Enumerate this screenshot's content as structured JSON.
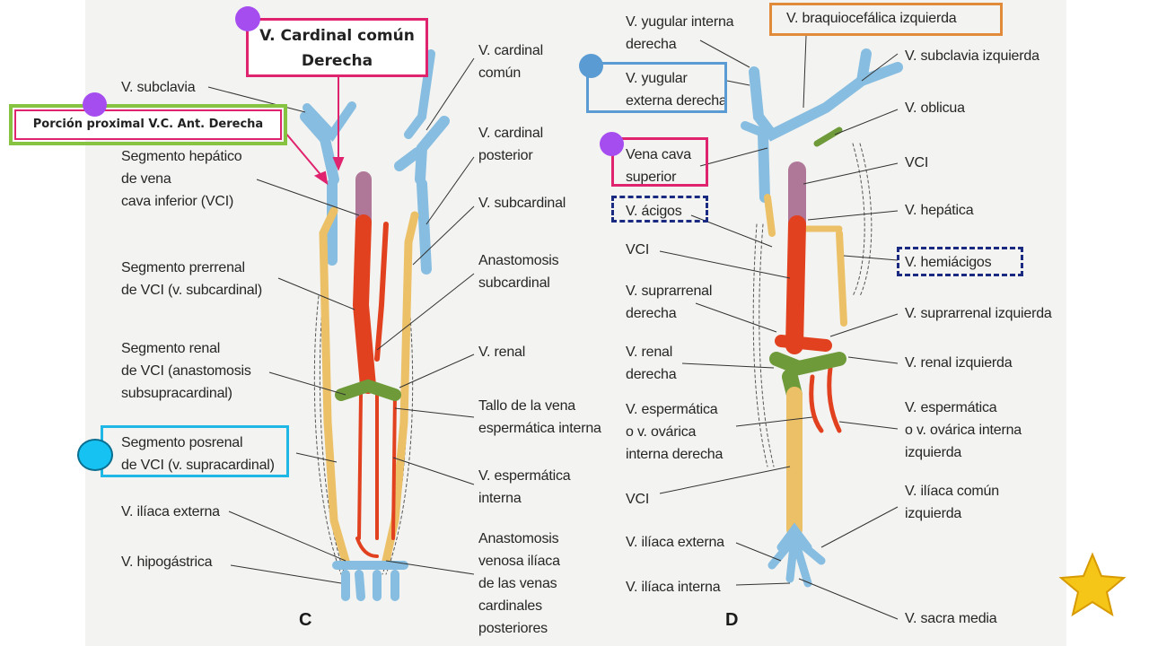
{
  "panel_c": {
    "letter": "C",
    "labels_left": [
      "V. subclavia",
      "Segmento hepático\nde vena\ncava inferior (VCI)",
      "Segmento prerrenal\nde VCI (v. subcardinal)",
      "Segmento renal\nde VCI (anastomosis\nsubsupracardinal)",
      "Segmento posrenal\nde VCI (v. supracardinal)",
      "V. ilíaca externa",
      "V. hipogástrica"
    ],
    "labels_right": [
      "V. cardinal\ncomún",
      "V. cardinal\nposterior",
      "V. subcardinal",
      "Anastomosis\nsubcardinal",
      "V. renal",
      "Tallo de la vena\nespermática interna",
      "V. espermática\ninterna",
      "Anastomosis\nvenosa ilíaca\nde las venas\ncardinales\nposteriores"
    ]
  },
  "panel_d": {
    "letter": "D",
    "labels_left": [
      "V. yugular interna\nderecha",
      "V. yugular\nexterna derecha",
      "Vena cava\nsuperior",
      "V. ácigos",
      "VCI",
      "V. suprarrenal\nderecha",
      "V. renal\nderecha",
      "V. espermática\no v. ovárica\ninterna derecha",
      "VCI",
      "V. ilíaca externa",
      "V. ilíaca interna"
    ],
    "labels_right": [
      "V. braquiocefálica izquierda",
      "V. subclavia izquierda",
      "V. oblicua",
      "VCI",
      "V. hepática",
      "V. hemiácigos",
      "V. suprarrenal izquierda",
      "V. renal izquierda",
      "V. espermática\no v. ovárica interna\nizquierda",
      "V. ilíaca común\nizquierda",
      "V. sacra media"
    ]
  },
  "callouts": {
    "cardinal_comun": "V. Cardinal común\nDerecha",
    "porcion_proximal": "Porción proximal V.C. Ant. Derecha"
  },
  "colors": {
    "vein_blue": "#86bde0",
    "vein_red": "#e2411f",
    "vein_yellow": "#ecc066",
    "vein_green": "#6e9a3a",
    "vein_purple": "#b07898",
    "callout_magenta": "#e0236e",
    "callout_green": "#86c340",
    "callout_orange": "#e08a3a",
    "callout_blue": "#5a9bd3",
    "callout_cyan": "#1fb8e6",
    "callout_navy": "#1a2a80",
    "dot_purple": "#a64df0",
    "star_gold": "#f5c518"
  },
  "icons": [
    "star-icon"
  ]
}
